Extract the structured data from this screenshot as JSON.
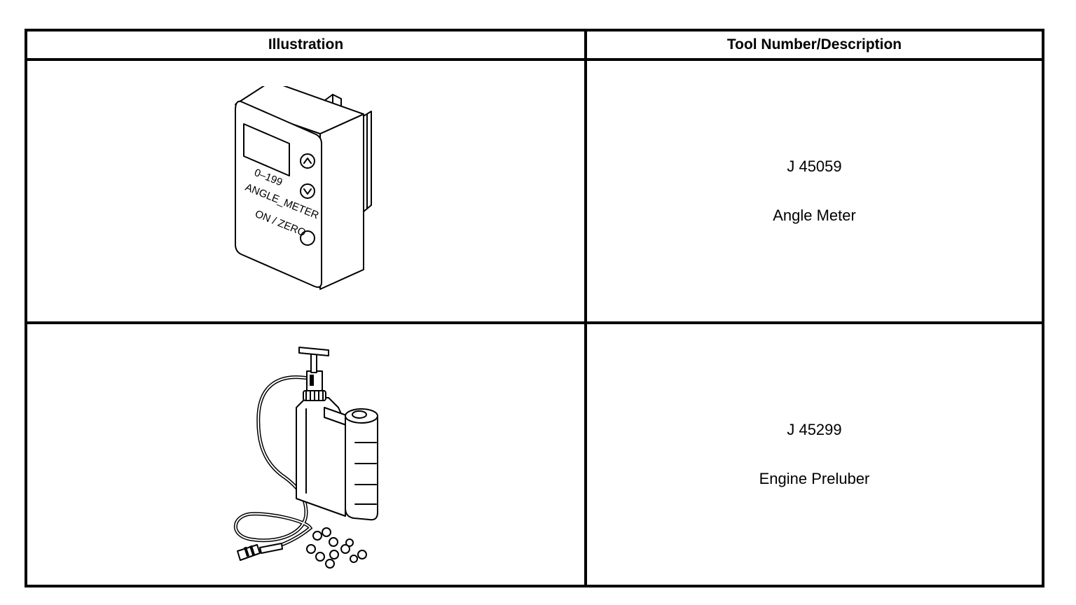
{
  "table": {
    "headers": {
      "illustration": "Illustration",
      "tool": "Tool Number/Description"
    },
    "rows": [
      {
        "tool_number": "J 45059",
        "description": "Angle Meter",
        "illustration_icon": "angle-meter-icon",
        "device_labels": {
          "range": "0–199",
          "name": "ANGLE_METER",
          "button": "ON / ZERO"
        }
      },
      {
        "tool_number": "J 45299",
        "description": "Engine Preluber",
        "illustration_icon": "engine-preluber-icon"
      }
    ]
  }
}
